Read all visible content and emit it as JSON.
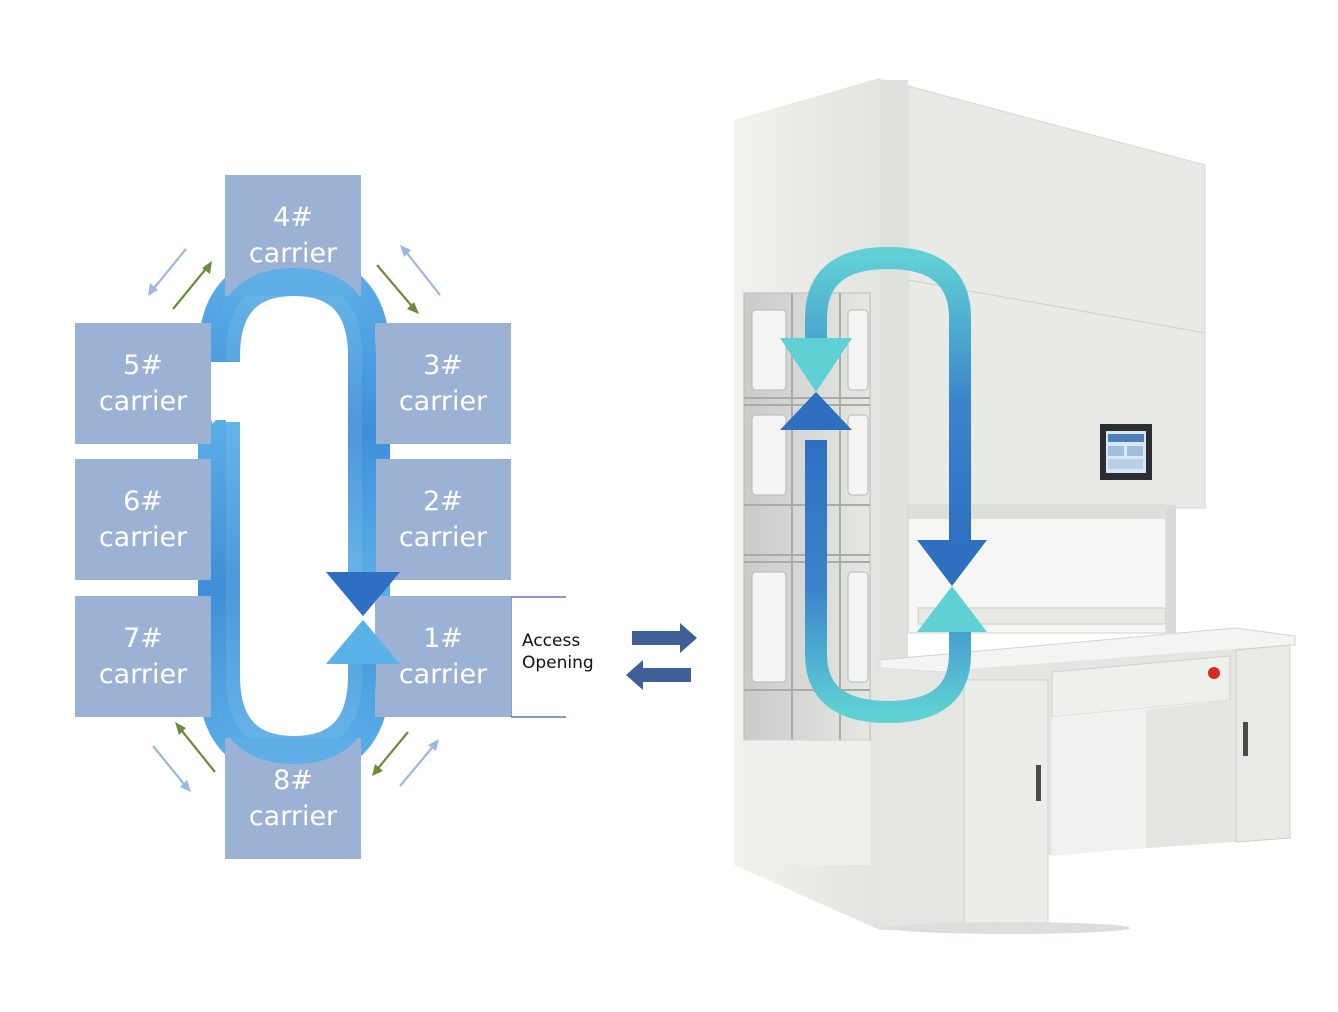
{
  "carriers": {
    "c1": {
      "number": "1#",
      "label": "carrier"
    },
    "c2": {
      "number": "2#",
      "label": "carrier"
    },
    "c3": {
      "number": "3#",
      "label": "carrier"
    },
    "c4": {
      "number": "4#",
      "label": "carrier"
    },
    "c5": {
      "number": "5#",
      "label": "carrier"
    },
    "c6": {
      "number": "6#",
      "label": "carrier"
    },
    "c7": {
      "number": "7#",
      "label": "carrier"
    },
    "c8": {
      "number": "8#",
      "label": "carrier"
    }
  },
  "access_opening": {
    "line1": "Access",
    "line2": "Opening"
  },
  "colors": {
    "carrier_fill": "#9cb2d5",
    "loop_blue": "#4b9be0",
    "loop_dark": "#2f6fc3",
    "arrow_green": "#6a8c3a",
    "arrow_lightblue": "#9ab8e4",
    "exchange_arrow": "#3f5f97",
    "machine_loop_teal": "#5fd0d4",
    "machine_loop_blue": "#2e6fbf",
    "cabinet_body": "#e9ebe6"
  },
  "icons": [
    "diagonal-arrow-icon",
    "exchange-arrows-icon",
    "red-stop-button-icon",
    "touch-screen-icon"
  ]
}
